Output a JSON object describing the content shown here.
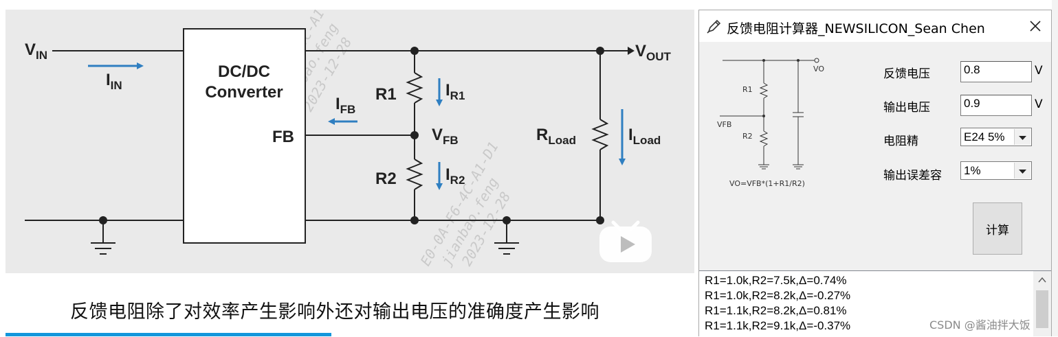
{
  "slide": {
    "caption": "反馈电阻除了对效率产生影响外还对输出电压的准确度产生影响",
    "labels": {
      "vin_main": "V",
      "vin_sub": "IN",
      "iin_main": "I",
      "iin_sub": "IN",
      "converter_line1": "DC/DC",
      "converter_line2": "Converter",
      "fb_pin": "FB",
      "ifb_main": "I",
      "ifb_sub": "FB",
      "r1": "R1",
      "ir1_main": "I",
      "ir1_sub": "R1",
      "vfb_main": "V",
      "vfb_sub": "FB",
      "r2": "R2",
      "ir2_main": "I",
      "ir2_sub": "R2",
      "rload_main": "R",
      "rload_sub": "Load",
      "iload_main": "I",
      "iload_sub": "Load",
      "vout_main": "V",
      "vout_sub": "OUT"
    },
    "watermarks": [
      "E0-0A-F6-4C-A1-D1",
      "jianbao.feng",
      "2023-12-28"
    ]
  },
  "dialog": {
    "title": "反馈电阻计算器_NEWSILICON_Sean Chen",
    "schematic": {
      "vo": "VO",
      "r1": "R1",
      "vfb": "VFB",
      "r2": "R2",
      "formula": "VO=VFB*(1+R1/R2)"
    },
    "fields": {
      "feedback_voltage_label": "反馈电压",
      "feedback_voltage_value": "0.8",
      "feedback_voltage_unit": "V",
      "output_voltage_label": "输出电压",
      "output_voltage_value": "0.9",
      "output_voltage_unit": "V",
      "resistor_precision_label": "电阻精",
      "resistor_precision_value": "E24 5%",
      "output_tolerance_label": "输出误差容",
      "output_tolerance_value": "1%"
    },
    "calc_button": "计算",
    "results": [
      "R1=1.0k,R2=7.5k,Δ=0.74%",
      "R1=1.0k,R2=8.2k,Δ=-0.27%",
      "R1=1.1k,R2=8.2k,Δ=0.81%",
      "R1=1.1k,R2=9.1k,Δ=-0.37%"
    ]
  },
  "page_watermark": "CSDN @酱油拌大饭",
  "colors": {
    "accent_blue": "#2f7fc1",
    "progress_blue": "#1296db",
    "figure_bg": "#eaeaea"
  }
}
